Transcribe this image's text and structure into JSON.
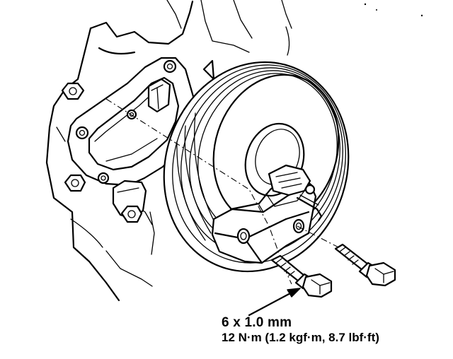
{
  "callout": {
    "bolt_size": "6 x 1.0 mm",
    "torque": "12 N·m (1.2 kgf·m, 8.7 lbf·ft)"
  },
  "illustration": {
    "parts": [
      "engine-block",
      "crankshaft-pulley",
      "timing-belt-adjuster",
      "flange-bolt-1",
      "flange-bolt-2",
      "pin"
    ]
  }
}
